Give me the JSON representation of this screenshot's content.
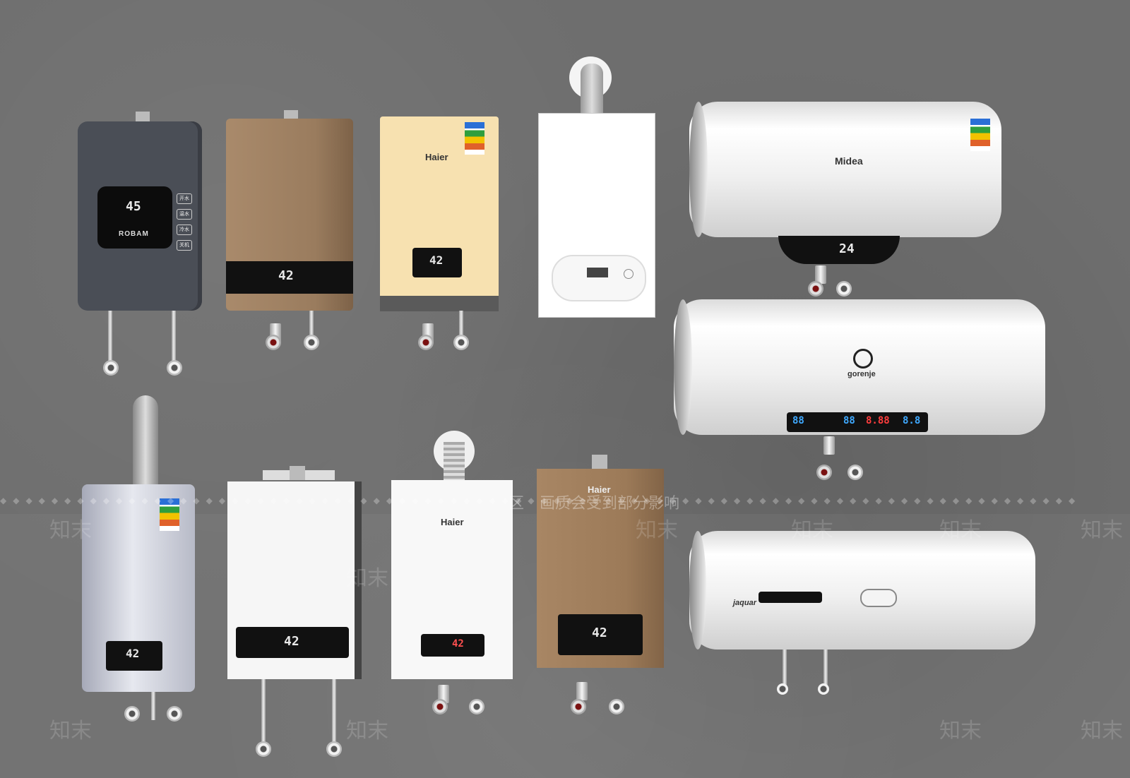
{
  "watermark": {
    "notice": "区　画质会受到部分影响",
    "logo": "知末"
  },
  "heaters": [
    {
      "id": "robam",
      "brand": "ROBAM",
      "display": "45",
      "buttons": [
        "开水",
        "温水",
        "冷水",
        "关机"
      ],
      "body_color": "#4a4e56"
    },
    {
      "id": "bronze-top",
      "brand": "",
      "display": "42",
      "body_color": "#9a7c5e"
    },
    {
      "id": "haier-yellow",
      "brand": "Haier",
      "display": "42",
      "body_color": "#f7e1b0"
    },
    {
      "id": "boiler-white",
      "brand": "",
      "display": "",
      "body_color": "#ffffff"
    },
    {
      "id": "midea-tank",
      "brand": "Midea",
      "display": "24"
    },
    {
      "id": "gorenje-tank",
      "brand": "gorenje",
      "readouts": [
        "88",
        "88",
        "8.88",
        "8.8"
      ]
    },
    {
      "id": "silver-flue",
      "brand": "",
      "display": "42",
      "body_color": "#c9ccd6"
    },
    {
      "id": "white-bracket",
      "brand": "",
      "display": "42",
      "body_color": "#f6f6f6"
    },
    {
      "id": "haier-white",
      "brand": "Haier",
      "display": "42",
      "body_color": "#f8f8f8"
    },
    {
      "id": "haier-bronze",
      "brand": "Haier",
      "display": "42",
      "body_color": "#9c7a58"
    },
    {
      "id": "jacquar-tank",
      "brand": "jaquar"
    }
  ]
}
